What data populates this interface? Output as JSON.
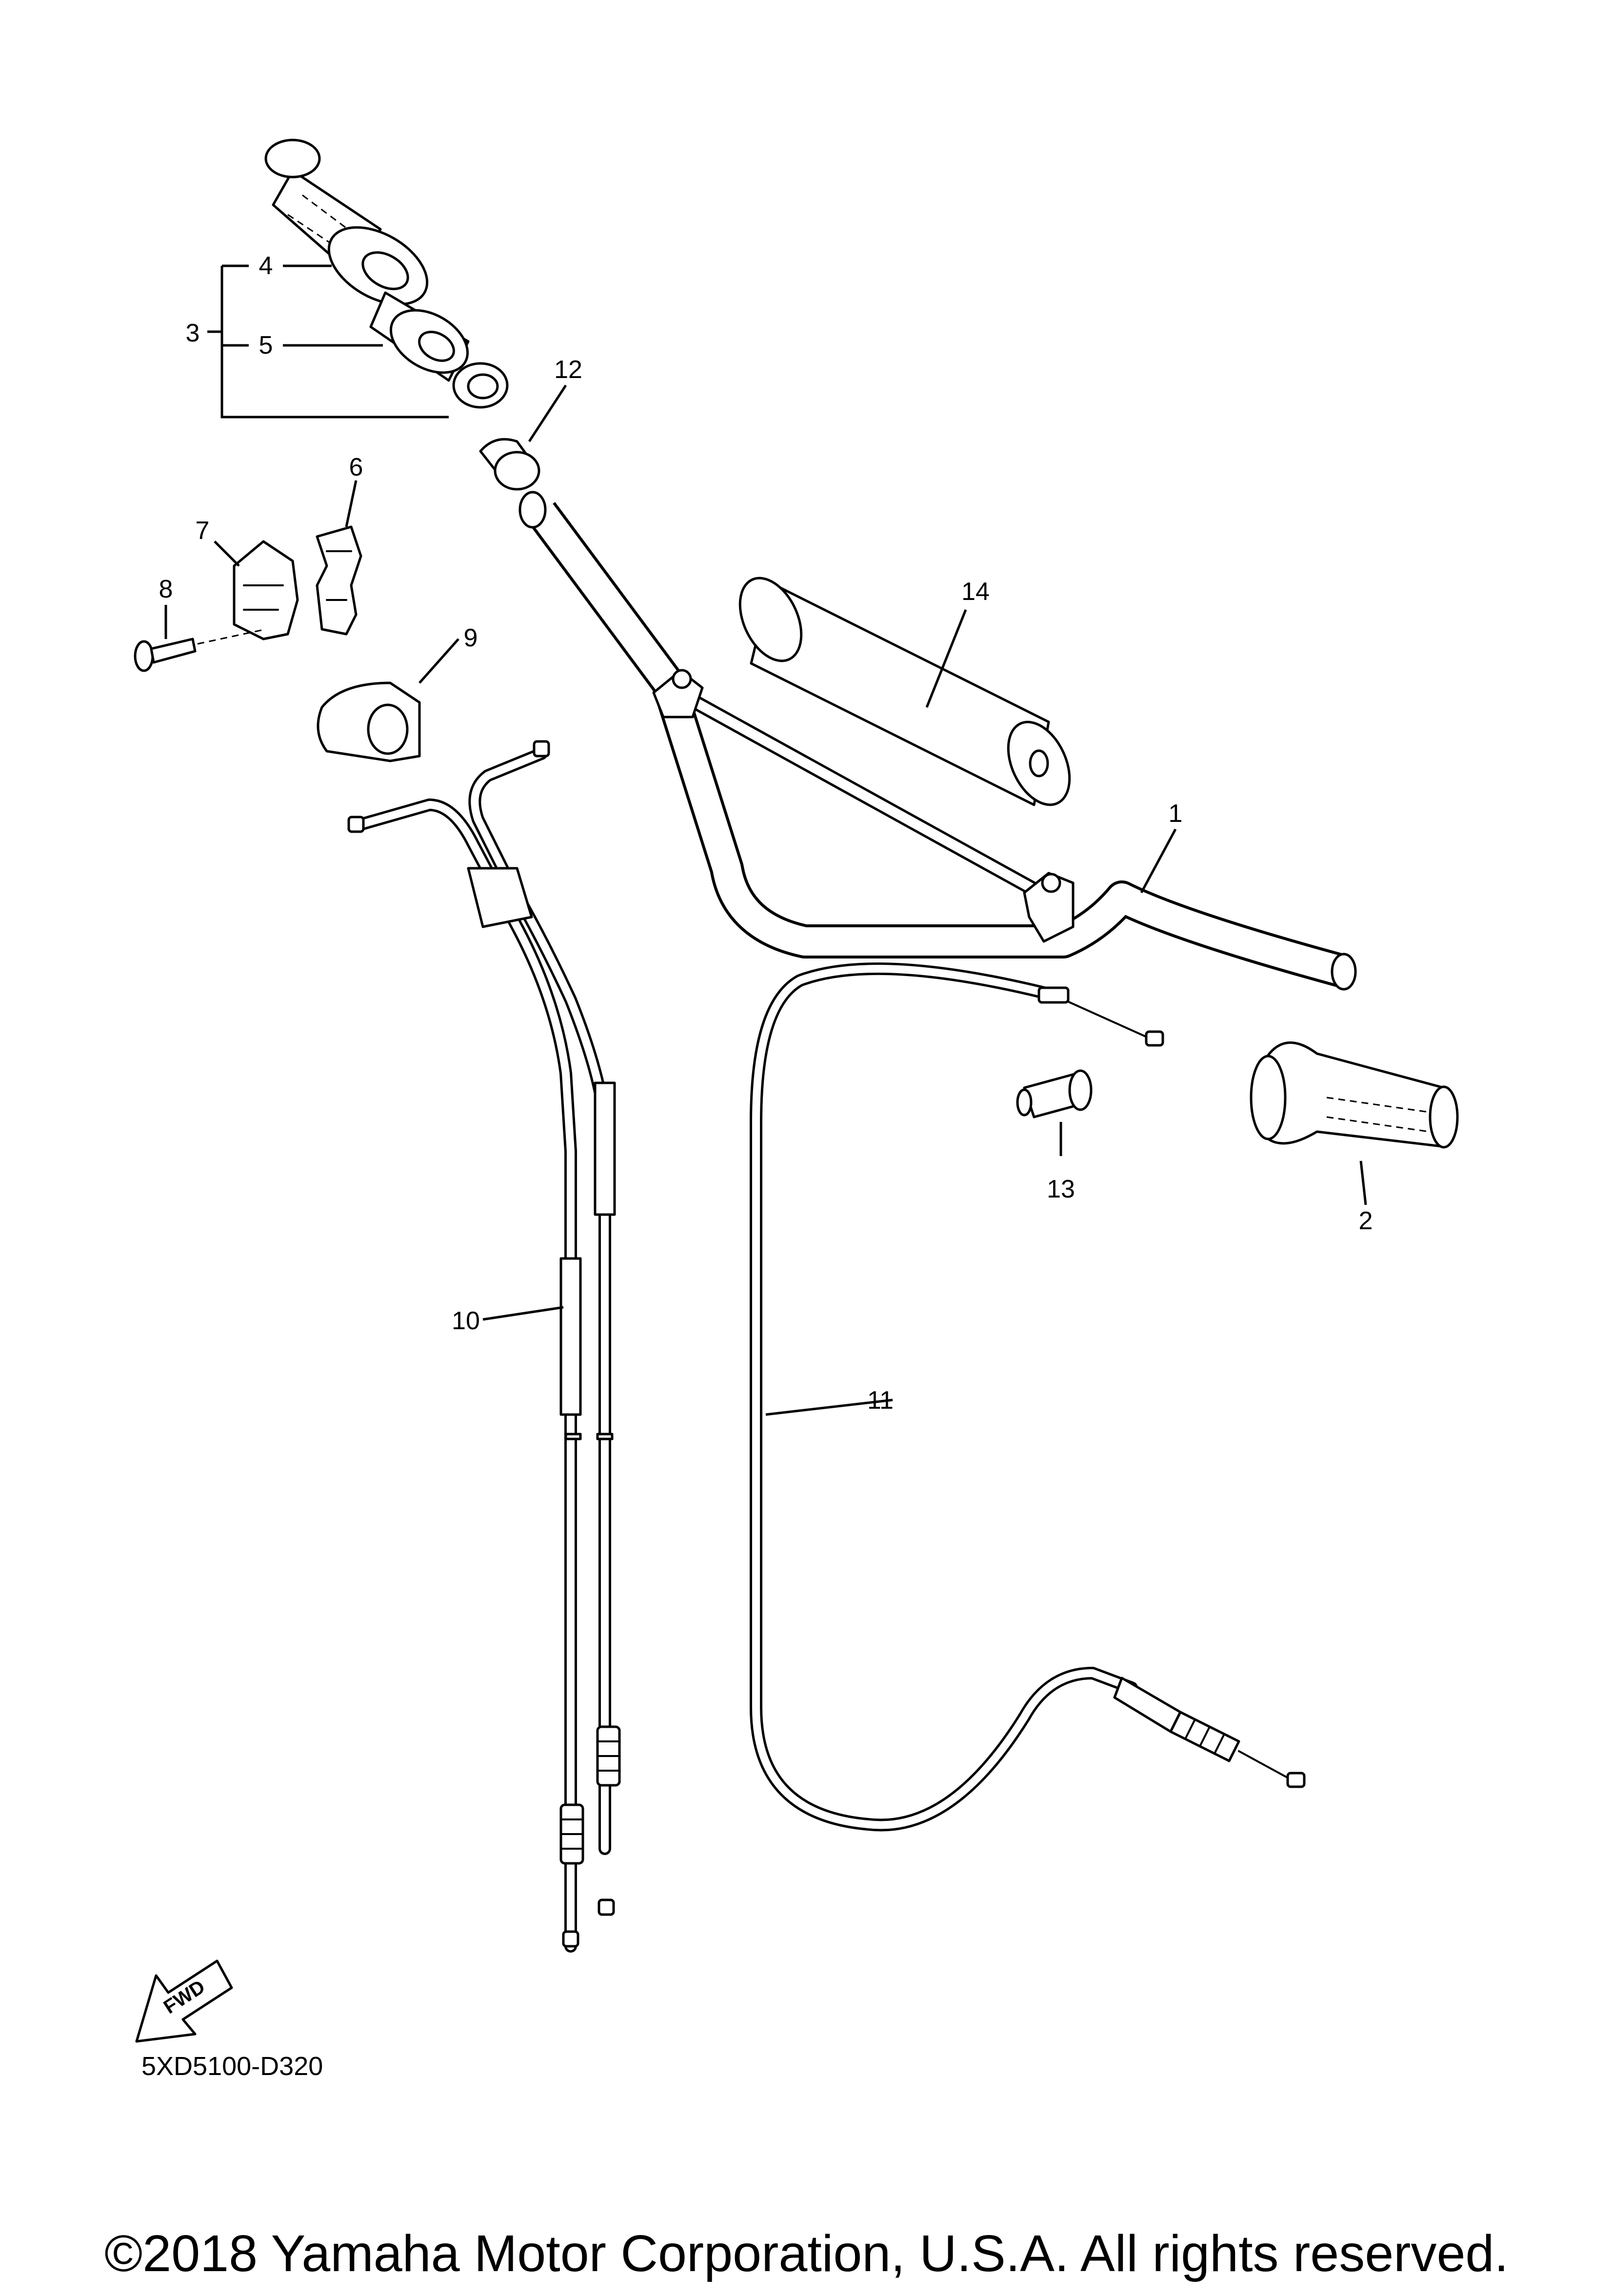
{
  "diagram": {
    "code": "5XD5100-D320",
    "fwd_label": "FWD",
    "copyright": "©2018 Yamaha Motor Corporation, U.S.A. All rights reserved."
  },
  "callouts": [
    "1",
    "2",
    "3",
    "4",
    "5",
    "6",
    "7",
    "8",
    "9",
    "10",
    "11",
    "12",
    "13",
    "14"
  ],
  "icons": {
    "fwd": "fwd-arrow-icon"
  }
}
